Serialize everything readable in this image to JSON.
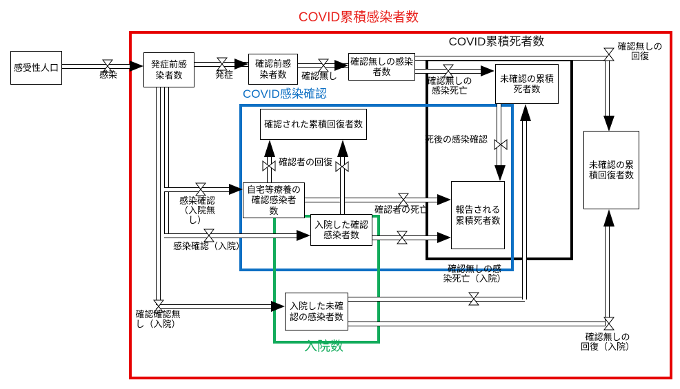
{
  "frames": {
    "cumulative_infections": {
      "title": "COVID累積感染者数",
      "color": "#e60000"
    },
    "cumulative_deaths": {
      "title": "COVID累積死者数",
      "color": "#000000"
    },
    "infection_confirmation": {
      "title": "COVID感染確認",
      "color": "#0e70c4"
    },
    "hospitalizations": {
      "title": "入院数",
      "color": "#12ab5b"
    }
  },
  "stocks": {
    "susceptible": {
      "label": "感受性人口"
    },
    "presymptomatic_infected": {
      "label": "発症前感\n染者数"
    },
    "preconfirmation_infected": {
      "label": "確認前感\n染者数"
    },
    "unconfirmed_infected": {
      "label": "確認無しの感染\n者数"
    },
    "unconfirmed_cumulative_deaths": {
      "label": "未確認の累積\n死者数"
    },
    "confirmed_cumulative_recovered": {
      "label": "確認された累積回復者数"
    },
    "homecare_confirmed_infected": {
      "label": "自宅等療養の\n確認感染者\n数"
    },
    "hospitalized_confirmed_infected": {
      "label": "入院した確認\n感染者数"
    },
    "reported_cumulative_deaths": {
      "label": "報告される\n累積死者数"
    },
    "hospitalized_unconfirmed_infected": {
      "label": "入院した未確\n認の感染者数"
    },
    "unconfirmed_cumulative_recovered": {
      "label": "未確認の累\n積回復者数"
    }
  },
  "flows": {
    "infection": {
      "label": "感染"
    },
    "onset": {
      "label": "発症"
    },
    "no_confirmation": {
      "label": "確認無し"
    },
    "unconfirmed_infection_death": {
      "label": "確認無しの\n感染死亡"
    },
    "unconfirmed_recovery": {
      "label": "確認無しの\n回復"
    },
    "postmortem_confirmation": {
      "label": "死後の感染確認"
    },
    "confirmed_recovery": {
      "label": "確認者の回復"
    },
    "confirmed_death": {
      "label": "確認者の死亡"
    },
    "confirmation_no_hospitalization": {
      "label": "感染確認\n（入院無\nし）"
    },
    "confirmation_hospitalization": {
      "label": "感染確認（入院）"
    },
    "confirmation_none_hospitalization": {
      "label": "確認確認無\nし（入院）"
    },
    "unconfirmed_infection_death_hospitalized": {
      "label": "確認無しの感\n染死亡（入院）"
    },
    "unconfirmed_recovery_hospitalized": {
      "label": "確認無しの\n回復（入院）"
    }
  }
}
